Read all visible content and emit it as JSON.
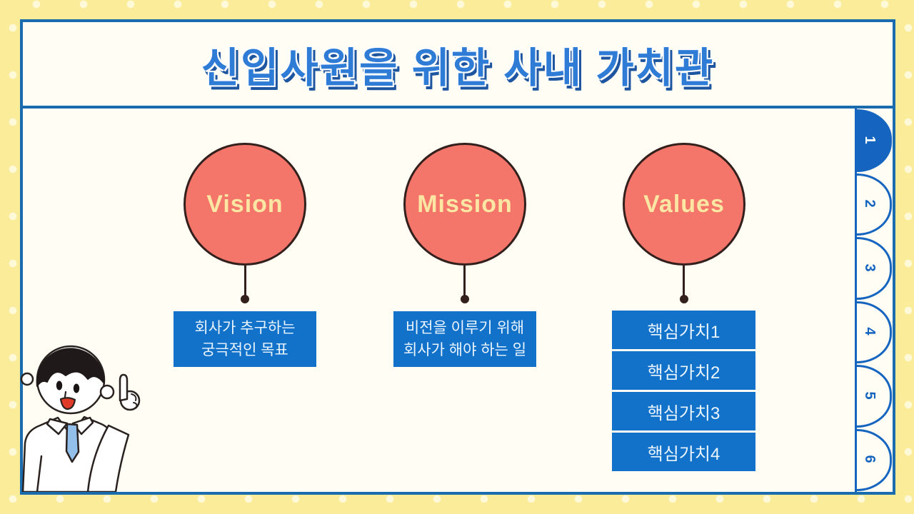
{
  "slide": {
    "title": "신입사원을 위한 사내 가치관"
  },
  "columns": [
    {
      "id": "vision",
      "circle_label": "Vision",
      "description_lines": [
        "회사가 추구하는",
        "궁극적인 목표"
      ]
    },
    {
      "id": "mission",
      "circle_label": "Mission",
      "description_lines": [
        "비전을 이루기 위해",
        "회사가 해야 하는 일"
      ]
    },
    {
      "id": "values",
      "circle_label": "Values",
      "value_boxes": [
        "핵심가치1",
        "핵심가치2",
        "핵심가치3",
        "핵심가치4"
      ]
    }
  ],
  "side_tabs": [
    {
      "label": "1",
      "active": true
    },
    {
      "label": "2",
      "active": false
    },
    {
      "label": "3",
      "active": false
    },
    {
      "label": "4",
      "active": false
    },
    {
      "label": "5",
      "active": false
    },
    {
      "label": "6",
      "active": false
    }
  ],
  "character": {
    "name": "man-pointing-up"
  },
  "colors": {
    "background_yellow": "#FBEC9A",
    "dot_cream": "#FFFCE4",
    "card_cream": "#FFFDF4",
    "frame_blue": "#1A6CAE",
    "title_blue": "#2E7CD6",
    "title_shadow_blue": "#1D55A0",
    "box_blue": "#1271C9",
    "tab_blue": "#1565C0",
    "circle_coral": "#F4756A",
    "circle_outline": "#33201D",
    "circle_text_yellow": "#FBE7A3",
    "tie_blue": "#92C0EA",
    "mouth_red": "#E03A28"
  }
}
